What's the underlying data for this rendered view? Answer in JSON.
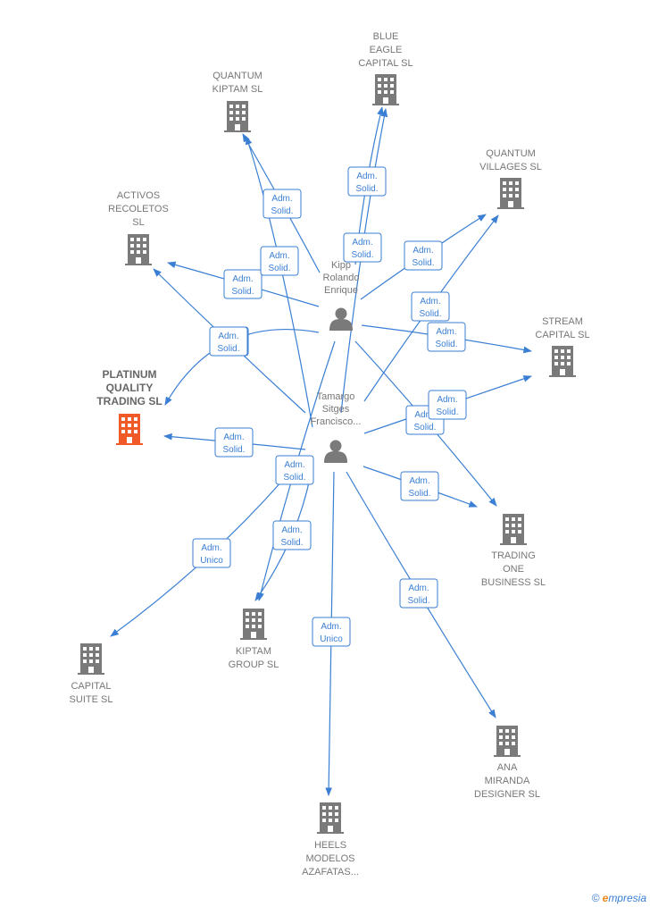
{
  "nodes": [
    {
      "id": "blue-eagle",
      "kind": "company",
      "label": [
        "BLUE",
        "EAGLE",
        "CAPITAL  SL"
      ]
    },
    {
      "id": "quantum-kiptam",
      "kind": "company",
      "label": [
        "QUANTUM",
        "KIPTAM  SL"
      ]
    },
    {
      "id": "quantum-villages",
      "kind": "company",
      "label": [
        "QUANTUM",
        "VILLAGES  SL"
      ]
    },
    {
      "id": "activos-recoletos",
      "kind": "company",
      "label": [
        "ACTIVOS",
        "RECOLETOS",
        "SL"
      ]
    },
    {
      "id": "platinum",
      "kind": "company",
      "highlight": true,
      "label": [
        "PLATINUM",
        "QUALITY",
        "TRADING  SL"
      ]
    },
    {
      "id": "stream-capital",
      "kind": "company",
      "label": [
        "STREAM",
        "CAPITAL  SL"
      ]
    },
    {
      "id": "trading-one",
      "kind": "company",
      "label": [
        "TRADING",
        "ONE",
        "BUSINESS  SL"
      ]
    },
    {
      "id": "kiptam-group",
      "kind": "company",
      "label": [
        "KIPTAM",
        "GROUP  SL"
      ]
    },
    {
      "id": "capital-suite",
      "kind": "company",
      "label": [
        "CAPITAL",
        "SUITE  SL"
      ]
    },
    {
      "id": "ana-miranda",
      "kind": "company",
      "label": [
        "ANA",
        "MIRANDA",
        "DESIGNER SL"
      ]
    },
    {
      "id": "heels",
      "kind": "company",
      "label": [
        "HEELS",
        "MODELOS",
        "AZAFATAS..."
      ]
    },
    {
      "id": "kipp",
      "kind": "person",
      "label": [
        "Kipp",
        "Rolando",
        "Enrique"
      ]
    },
    {
      "id": "tamargo",
      "kind": "person",
      "label": [
        "Tamargo",
        "Sitges",
        "Francisco..."
      ]
    }
  ],
  "edges": [
    {
      "from": "kipp",
      "to": "quantum-kiptam",
      "label": [
        "Adm.",
        "Solid."
      ]
    },
    {
      "from": "kipp",
      "to": "blue-eagle",
      "label": [
        "Adm.",
        "Solid."
      ]
    },
    {
      "from": "kipp",
      "to": "quantum-villages",
      "label": [
        "Adm.",
        "Solid."
      ]
    },
    {
      "from": "kipp",
      "to": "activos-recoletos",
      "label": [
        "Adm.",
        "Solid."
      ]
    },
    {
      "from": "kipp",
      "to": "platinum",
      "label": [
        "Adm.",
        "Solid."
      ]
    },
    {
      "from": "kipp",
      "to": "stream-capital",
      "label": [
        "Adm.",
        "Solid."
      ]
    },
    {
      "from": "kipp",
      "to": "trading-one",
      "label": [
        "Adm.",
        "Solid."
      ]
    },
    {
      "from": "kipp",
      "to": "kiptam-group",
      "label": [
        "Adm.",
        "Solid."
      ]
    },
    {
      "from": "tamargo",
      "to": "quantum-kiptam",
      "label": [
        "Adm.",
        "Solid."
      ]
    },
    {
      "from": "tamargo",
      "to": "blue-eagle",
      "label": [
        "Adm.",
        "Solid."
      ]
    },
    {
      "from": "tamargo",
      "to": "quantum-villages",
      "label": [
        "Adm.",
        "Solid."
      ]
    },
    {
      "from": "tamargo",
      "to": "activos-recoletos",
      "label": [
        "Adm.",
        "Solid."
      ]
    },
    {
      "from": "tamargo",
      "to": "platinum",
      "label": [
        "Adm.",
        "Solid."
      ]
    },
    {
      "from": "tamargo",
      "to": "stream-capital",
      "label": [
        "Adm.",
        "Solid."
      ]
    },
    {
      "from": "tamargo",
      "to": "trading-one",
      "label": [
        "Adm.",
        "Solid."
      ]
    },
    {
      "from": "tamargo",
      "to": "kiptam-group",
      "label": [
        "Adm.",
        "Solid."
      ]
    },
    {
      "from": "tamargo",
      "to": "capital-suite",
      "label": [
        "Adm.",
        "Unico"
      ]
    },
    {
      "from": "tamargo",
      "to": "heels",
      "label": [
        "Adm.",
        "Unico"
      ]
    },
    {
      "from": "tamargo",
      "to": "ana-miranda",
      "label": [
        "Adm.",
        "Solid."
      ]
    }
  ],
  "colors": {
    "edge": "#3a7fd4",
    "building": "#7a7a7a",
    "highlight": "#f05a28",
    "person": "#7a7a7a"
  },
  "footer": {
    "copyright_symbol": "©",
    "brand_initial": "e",
    "brand_rest": "mpresia"
  }
}
